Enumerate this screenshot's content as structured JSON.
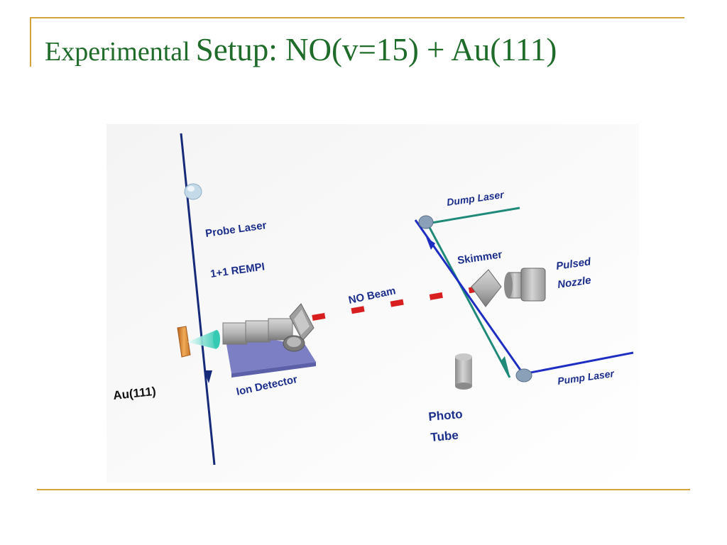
{
  "slide": {
    "title_part1": "Experimental",
    "title_part2": "Setup: NO(v=15) + Au(111)",
    "accent_color": "#d4a43a",
    "title_color": "#1f6b2a"
  },
  "diagram": {
    "labels": {
      "probe_laser": "Probe Laser",
      "rempi": "1+1 REMPI",
      "no_beam": "NO Beam",
      "dump_laser": "Dump Laser",
      "skimmer": "Skimmer",
      "pulsed_nozzle_line1": "Pulsed",
      "pulsed_nozzle_line2": "Nozzle",
      "ion_detector": "Ion Detector",
      "au_surface": "Au(111)",
      "pump_laser": "Pump Laser",
      "photo_tube_line1": "Photo",
      "photo_tube_line2": "Tube"
    },
    "colors": {
      "probe_laser": "#162a7a",
      "pump_laser": "#1f2ec2",
      "dump_laser": "#1f8a7a",
      "no_beam": "#d81e1e",
      "label": "#1c2e8c",
      "gold_crystal": "#e8a04a"
    }
  }
}
